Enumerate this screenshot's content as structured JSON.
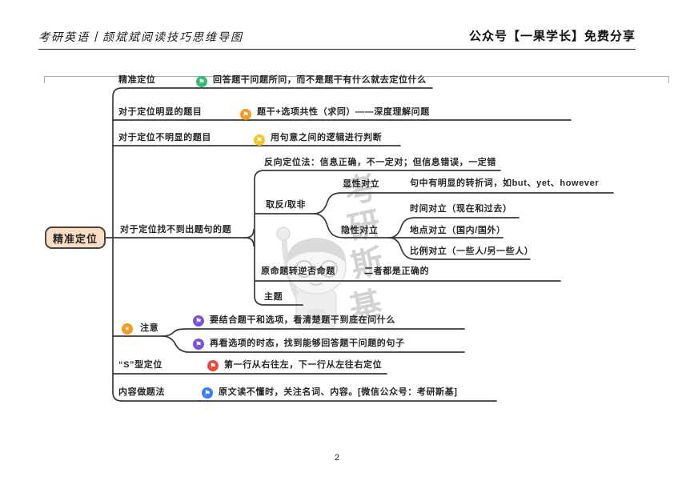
{
  "header": {
    "title_left": "考研英语丨颉斌斌阅读技巧思维导图",
    "title_right": "公众号【一果学长】免费分享"
  },
  "page": {
    "number": "2"
  },
  "watermark": {
    "text": "考研斯基",
    "chars": [
      "考",
      "研",
      "斯",
      "基"
    ]
  },
  "colors": {
    "line": "#3a3a3a",
    "root_bg": "#fbdcc5",
    "flag_green": "#2fbe72",
    "flag_orange": "#f59b22",
    "flag_yellow": "#f4c52e",
    "flag_purple": "#7c53d6",
    "flag_red": "#e64c3c",
    "flag_blue": "#3e7bfa",
    "star_orange": "#f59b22",
    "watermark_gray": "#d2d2d2"
  },
  "mindmap": {
    "root": "精准定位",
    "row1": {
      "label": "精准定位",
      "icon": "flag-green",
      "child": "回答题干问题所问，而不是题干有什么就去定位什么"
    },
    "row2": {
      "label": "对于定位明显的题目",
      "icon": "flag-orange",
      "child": "题干+选项共性（求同）——深度理解问题"
    },
    "row3": {
      "label": "对于定位不明显的题目",
      "icon": "flag-yellow",
      "child": "用句意之间的逻辑进行判断"
    },
    "row4": {
      "label": "对于定位找不到出题句的题",
      "reverse": "反向定位法：信息正确，不一定对；但信息错误，一定错",
      "qufan": {
        "label": "取反/取非",
        "explicit": {
          "label": "显性对立",
          "child": "句中有明显的转折词，如but、yet、however"
        },
        "implicit": {
          "label": "隐性对立",
          "children": [
            "时间对立（现在和过去）",
            "地点对立（国内/国外）",
            "比例对立（一些人/另一些人）"
          ]
        }
      },
      "contrapositive": {
        "label": "原命题转逆否命题",
        "child": "二者都是正确的"
      },
      "theme": "主题"
    },
    "row5": {
      "label": "注意",
      "icon": "star-orange",
      "children": [
        "要结合题干和选项，看清楚题干到底在问什么",
        "再看选项的时态，找到能够回答题干问题的句子"
      ]
    },
    "row6": {
      "label": "“S”型定位",
      "icon": "flag-red",
      "child": "第一行从右往左，下一行从左往右定位"
    },
    "row7": {
      "label": "内容做题法",
      "icon": "flag-blue",
      "child": "原文读不懂时，关注名词、内容。[微信公众号：考研斯基]"
    }
  },
  "icon_glyphs": {
    "flag": "⚑",
    "star": "★"
  }
}
